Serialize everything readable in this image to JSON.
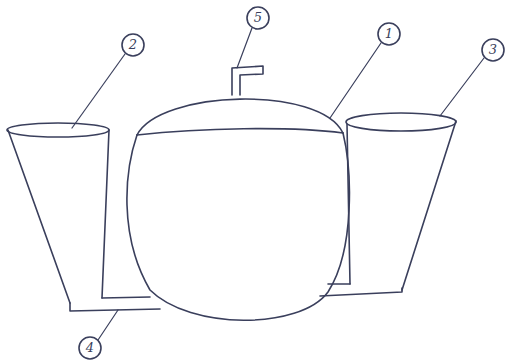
{
  "diagram": {
    "labels": [
      "5",
      "2",
      "1",
      "3",
      "4"
    ]
  }
}
